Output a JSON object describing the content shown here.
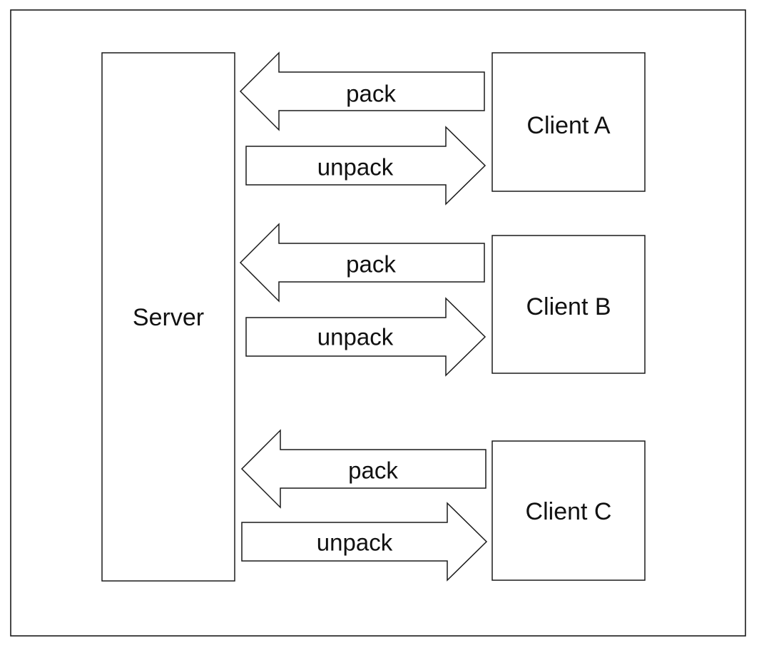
{
  "diagram": {
    "server": {
      "label": "Server"
    },
    "clients": [
      {
        "label": "Client A",
        "to_server": "pack",
        "from_server": "unpack"
      },
      {
        "label": "Client B",
        "to_server": "pack",
        "from_server": "unpack"
      },
      {
        "label": "Client C",
        "to_server": "pack",
        "from_server": "unpack"
      }
    ]
  }
}
